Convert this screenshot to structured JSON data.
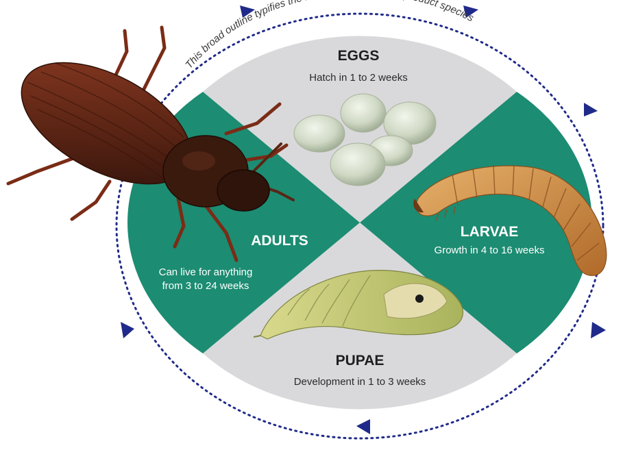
{
  "caption": "This broad outline typifies the most common stored product species",
  "stages": {
    "eggs": {
      "title": "EGGS",
      "desc": "Hatch in 1 to 2 weeks"
    },
    "larvae": {
      "title": "LARVAE",
      "desc": "Growth in 4 to 16 weeks"
    },
    "pupae": {
      "title": "PUPAE",
      "desc": "Development in 1 to 3 weeks"
    },
    "adults": {
      "title": "ADULTS",
      "desc_line1": "Can live for anything",
      "desc_line2": "from 3 to 24 weeks"
    }
  },
  "colors": {
    "green": "#1c8c72",
    "grey": "#d9d9db",
    "arrow": "#1f2a8a",
    "beetle": "#5a2414",
    "egg": "#cfd8c4",
    "larva": "#c8843a",
    "pupa": "#c6c873"
  },
  "icons": [
    "beetle-illustration",
    "eggs-illustration",
    "larva-illustration",
    "pupa-illustration",
    "cycle-arrow-icon"
  ]
}
